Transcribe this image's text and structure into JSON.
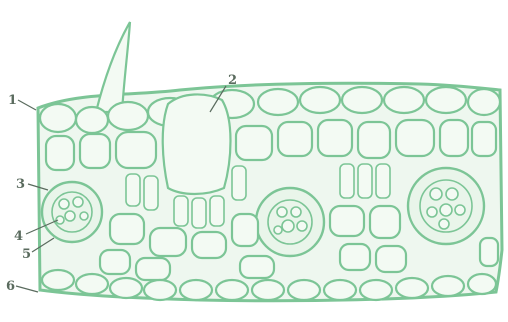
{
  "figure": {
    "colors": {
      "tissue": "#7cc596",
      "cell_fill": "#f3faf3",
      "label": "#5a6b5e"
    },
    "labels": [
      {
        "id": "1",
        "text": "1"
      },
      {
        "id": "2",
        "text": "2"
      },
      {
        "id": "3",
        "text": "3"
      },
      {
        "id": "4",
        "text": "4"
      },
      {
        "id": "5",
        "text": "5"
      },
      {
        "id": "6",
        "text": "6"
      }
    ]
  }
}
